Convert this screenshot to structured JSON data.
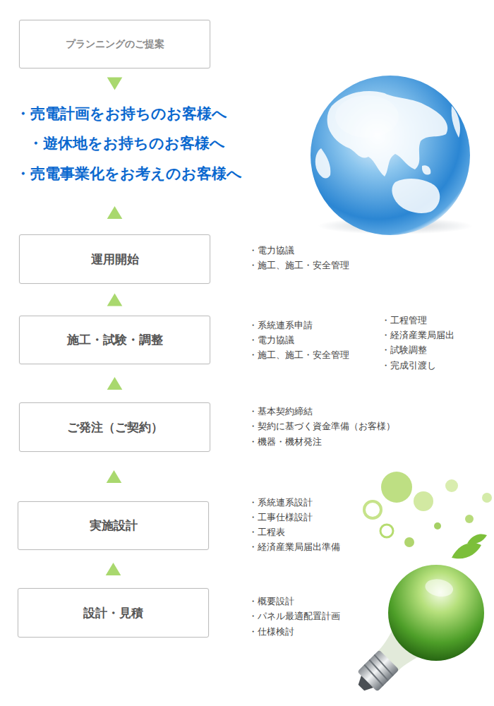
{
  "diagram": {
    "nodes": [
      {
        "text": [
          "プランニングのご提案"
        ]
      },
      {
        "text": [
          "・売電計画をお持ちのお客様へ",
          "・遊休地をお持ちのお客様へ",
          "・売電事業化をお考えのお客様へ"
        ]
      },
      {
        "text": [
          "運用開始"
        ]
      },
      {
        "text": [
          "施工・試験・調整"
        ]
      },
      {
        "text": [
          "ご発注（ご契約）"
        ]
      },
      {
        "text": [
          "実施設計"
        ]
      },
      {
        "text": [
          "設計・見積"
        ]
      }
    ],
    "edges": [
      {
        "from": 0,
        "to": 1,
        "arrow": "to"
      },
      {
        "from": 6,
        "to": 5,
        "arrow": "to"
      },
      {
        "from": 5,
        "to": 4,
        "arrow": "to"
      },
      {
        "from": 4,
        "to": 3,
        "arrow": "to"
      },
      {
        "from": 3,
        "to": 2,
        "arrow": "to"
      },
      {
        "from": 2,
        "to": 1,
        "arrow": "to"
      }
    ],
    "labels": [
      "・電力協議",
      "・施工、施工・安全管理",
      "・系統連系申請",
      "・電力協議",
      "・施工、施工・安全管理",
      "・工程管理",
      "・経済産業局届出",
      "・試験調整",
      "・完成引渡し",
      "・基本契約締結",
      "・契約に基づく資金準備（お客様）",
      "・機器・機材発注",
      "・系統連系設計",
      "・工事仕様設計",
      "・工程表",
      "・経済産業局届出準備",
      "・概要設計",
      "・パネル最適配置計画",
      "・仕様検討"
    ]
  }
}
